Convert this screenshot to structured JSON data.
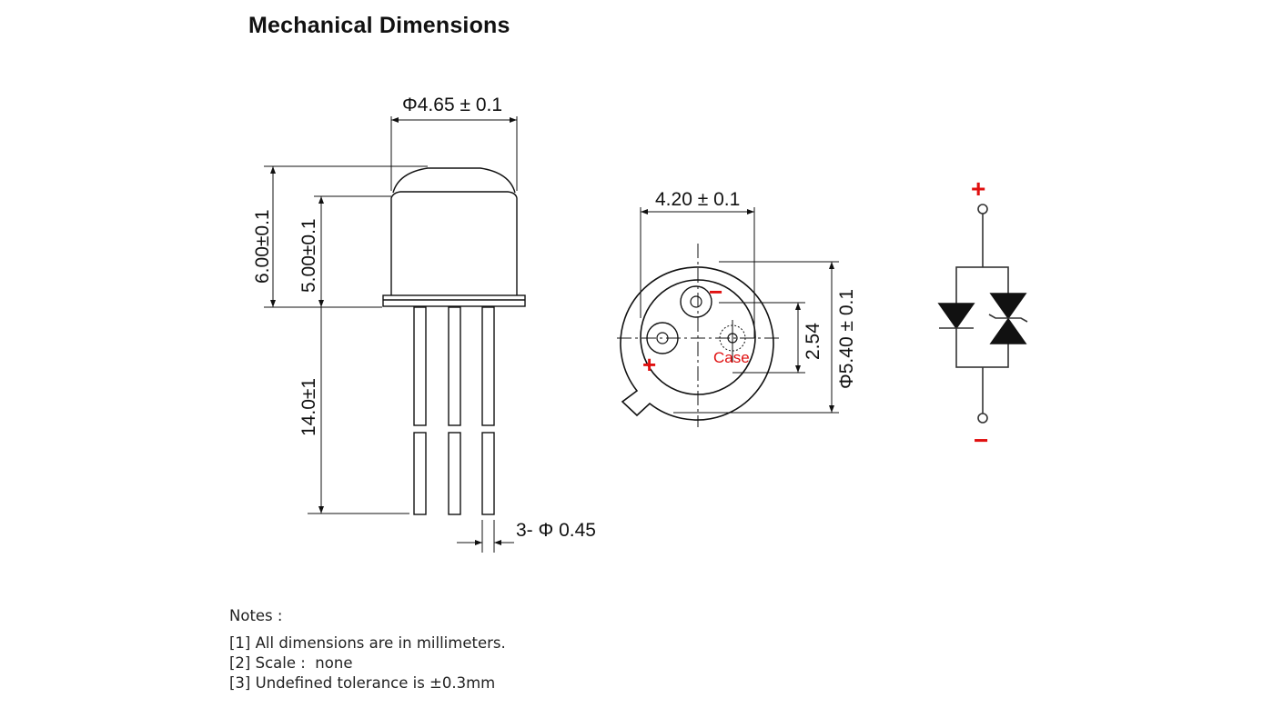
{
  "title": "Mechanical Dimensions",
  "side_view": {
    "cap_diameter": "Φ4.65 ± 0.1",
    "total_height": "6.00±0.1",
    "cap_height": "5.00±0.1",
    "lead_length": "14.0±1",
    "lead_diameter": "3- Φ 0.45"
  },
  "bottom_view": {
    "width": "4.20 ± 0.1",
    "pin_pitch": "2.54",
    "outer_diameter": "Φ5.40 ± 0.1",
    "plus_mark": "+",
    "minus_mark": "−",
    "case_label": "Case"
  },
  "schematic": {
    "plus_label": "+",
    "minus_label": "−"
  },
  "notes": {
    "heading": "Notes :",
    "items": [
      "[1] All dimensions are in millimeters.",
      "[2] Scale :  none",
      "[3] Undefined tolerance is ±0.3mm"
    ]
  },
  "colors": {
    "line": "#111111",
    "accent_red": "#e01010",
    "background": "#ffffff"
  }
}
